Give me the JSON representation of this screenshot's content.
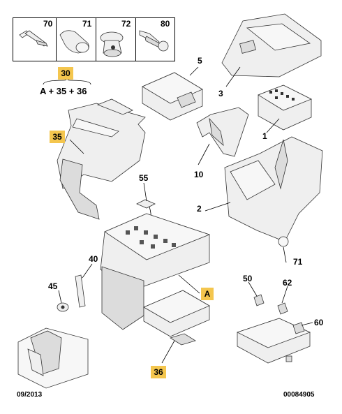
{
  "fastener_box": {
    "headers": [
      "70",
      "71",
      "72",
      "80"
    ]
  },
  "formula": {
    "ref": "30",
    "expression": "A + 35 + 36"
  },
  "callouts": {
    "c1": "1",
    "c2": "2",
    "c3": "3",
    "c5": "5",
    "c10": "10",
    "c35": "35",
    "c36": "36",
    "c40": "40",
    "c45": "45",
    "c50": "50",
    "c55": "55",
    "c60": "60",
    "c62": "62",
    "c71": "71",
    "cA": "A"
  },
  "footer": {
    "date": "09/2013",
    "code": "00084905"
  },
  "colors": {
    "highlight": "#f4c64e",
    "part_fill": "#efefef",
    "line": "#000000"
  }
}
